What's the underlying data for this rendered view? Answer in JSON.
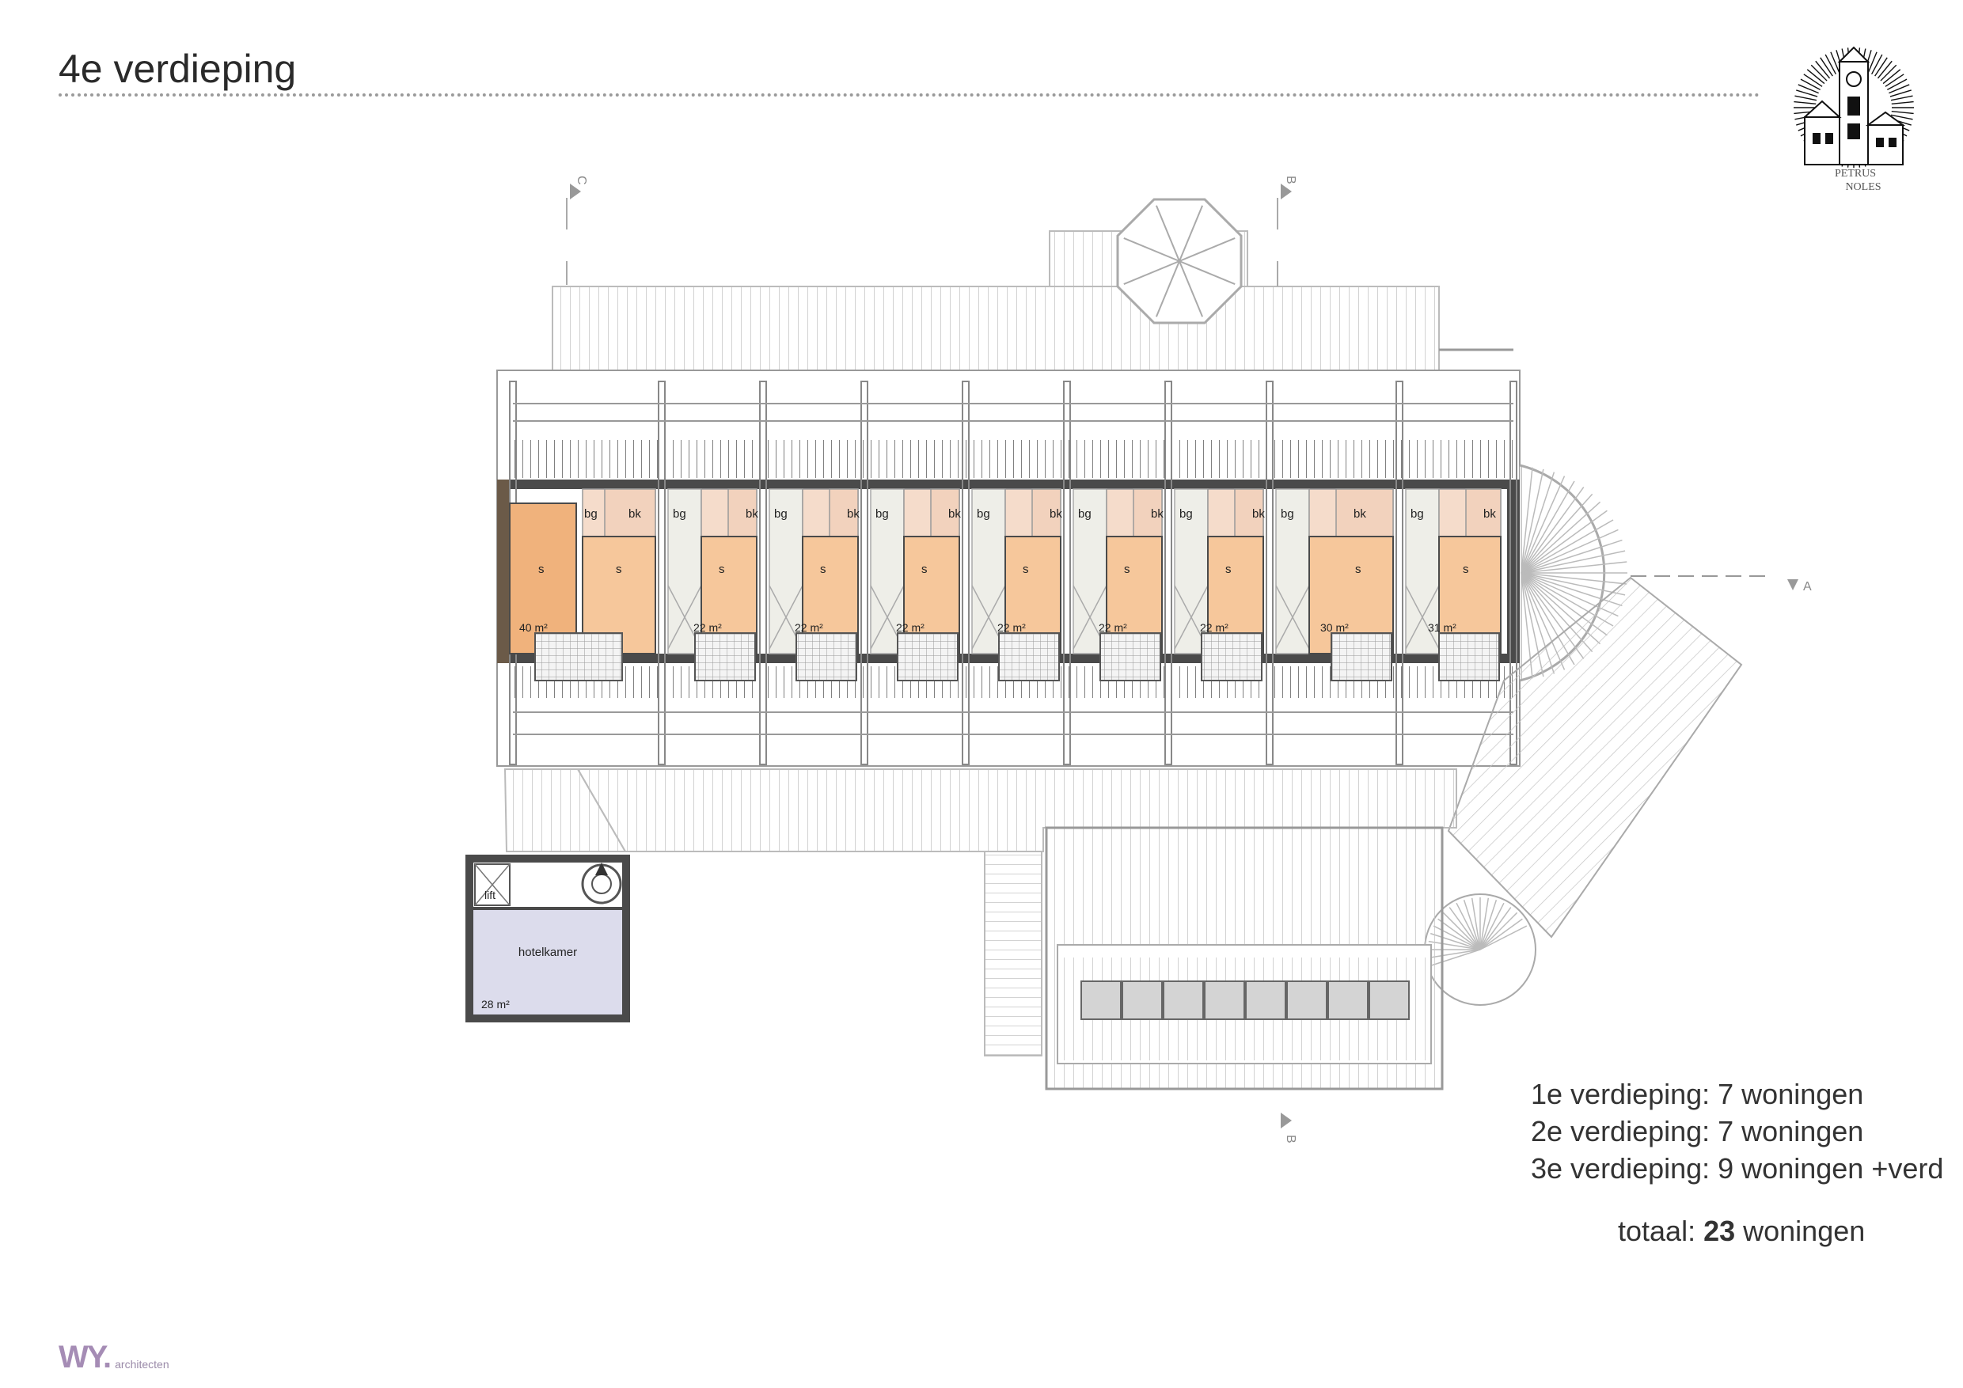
{
  "page": {
    "title": "4e verdieping"
  },
  "logo": {
    "icon": "church-tower-sunburst-icon",
    "line1": "PETRUS",
    "line2": "NOLES"
  },
  "plan": {
    "sections": [
      "C",
      "B",
      "A",
      "B"
    ],
    "units": [
      {
        "area": "40 m²",
        "room": "s"
      },
      {
        "area": "",
        "room": "s",
        "bg": "bg",
        "bk": "bk"
      },
      {
        "area": "22 m²",
        "room": "s",
        "bg": "bg",
        "bk": "bk"
      },
      {
        "area": "22 m²",
        "room": "s",
        "bg": "bg",
        "bk": "bk"
      },
      {
        "area": "22 m²",
        "room": "s",
        "bg": "bg",
        "bk": "bk"
      },
      {
        "area": "22 m²",
        "room": "s",
        "bg": "bg",
        "bk": "bk"
      },
      {
        "area": "22 m²",
        "room": "s",
        "bg": "bg",
        "bk": "bk"
      },
      {
        "area": "22 m²",
        "room": "s",
        "bg": "bg",
        "bk": "bk"
      },
      {
        "area": "30 m²",
        "room": "s",
        "bg": "bg",
        "bk": "bk"
      },
      {
        "area": "31 m²",
        "room": "s",
        "bg": "bg",
        "bk": "bk"
      }
    ],
    "hotel": {
      "lift": "lift",
      "room": "hotelkamer",
      "area": "28 m²"
    },
    "colors": {
      "unit": "#f6c79b",
      "unit_first": "#f0b27c",
      "bath": "#f5dccb",
      "hotel": "#dcdcec",
      "wall": "#4a4a4a",
      "roof_line": "#bdbdbd"
    }
  },
  "summary": {
    "line1": "1e verdieping: 7 woningen",
    "line2": "2e verdieping: 7 woningen",
    "line3": "3e verdieping: 9 woningen +verd",
    "total_prefix": "totaal: ",
    "total_value": "23",
    "total_suffix": " woningen"
  },
  "brand": {
    "mark": "WY.",
    "sub": "architecten"
  }
}
